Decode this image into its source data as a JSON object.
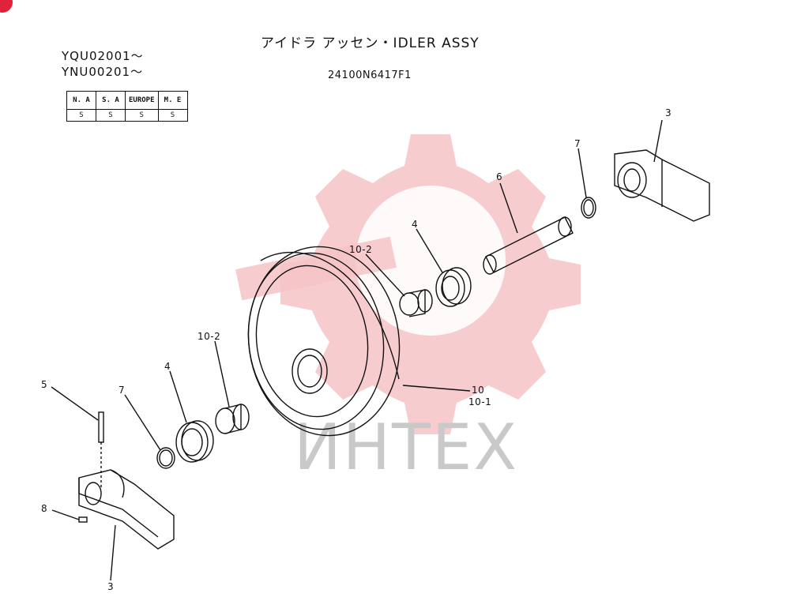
{
  "header": {
    "title": "アイドラ アッセン・IDLER ASSY",
    "part_number": "24100N6417F1"
  },
  "serial_ranges": [
    "YQU02001～",
    "YNU00201～"
  ],
  "region_table": {
    "headers": [
      "N. A",
      "S. A",
      "EUROPE",
      "M. E"
    ],
    "codes": [
      "S",
      "S",
      "S",
      "S"
    ]
  },
  "callouts": {
    "c3_top": "3",
    "c7_top": "7",
    "c6": "6",
    "c4_top": "4",
    "c10_2_top": "10-2",
    "c10_2_left": "10-2",
    "c4_left": "4",
    "c7_left": "7",
    "c5": "5",
    "c10": "10",
    "c10_1": "10-1",
    "c8": "8",
    "c3_bottom": "3"
  },
  "watermark": {
    "text": "ИНТЕХ",
    "gear_color": "#f4b8bc",
    "text_color": "#c9c9c9"
  },
  "colors": {
    "line": "#111111",
    "accent": "#e0223a"
  }
}
